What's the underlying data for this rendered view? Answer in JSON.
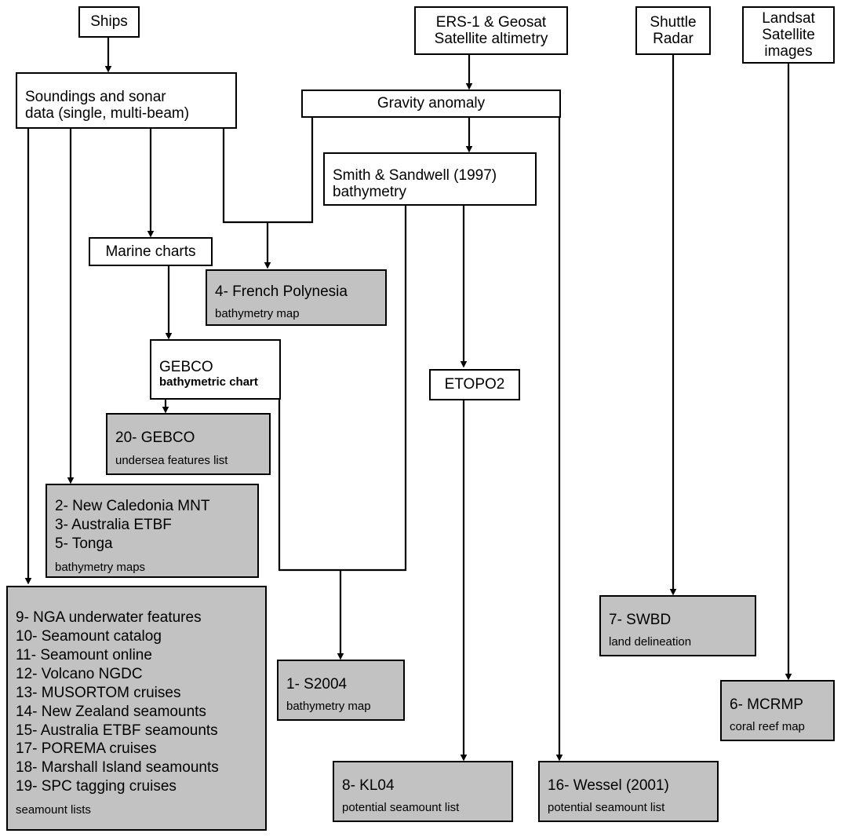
{
  "diagram": {
    "title": "Seamount data sources flowchart",
    "colors": {
      "shaded_fill": "#c2c2c2",
      "plain_fill": "#ffffff",
      "stroke": "#000000"
    },
    "nodes": {
      "ships": {
        "title": "Ships",
        "subtitle": ""
      },
      "soundings": {
        "title": "Soundings and sonar\ndata (single, multi-beam)",
        "subtitle": ""
      },
      "ers1_geosat": {
        "title": "ERS-1 & Geosat\nSatellite altimetry",
        "subtitle": ""
      },
      "shuttle_radar": {
        "title": "Shuttle\nRadar",
        "subtitle": ""
      },
      "landsat": {
        "title": "Landsat\nSatellite\nimages",
        "subtitle": ""
      },
      "gravity_anomaly": {
        "title": "Gravity anomaly",
        "subtitle": ""
      },
      "smith_sandwell": {
        "title": "Smith & Sandwell (1997)\nbathymetry",
        "subtitle": ""
      },
      "marine_charts": {
        "title": "Marine charts",
        "subtitle": ""
      },
      "french_polynesia": {
        "title": "4- French Polynesia",
        "subtitle": "bathymetry map"
      },
      "gebco_chart": {
        "title": "GEBCO",
        "subtitle": "bathymetric chart"
      },
      "etopo2": {
        "title": "ETOPO2",
        "subtitle": ""
      },
      "gebco_list": {
        "title": "20- GEBCO",
        "subtitle": "undersea features list"
      },
      "bathymetry_maps": {
        "title": "2- New Caledonia MNT\n3- Australia ETBF\n5- Tonga",
        "subtitle": "bathymetry maps"
      },
      "seamount_lists": {
        "items": [
          "9- NGA underwater features",
          "10- Seamount catalog",
          "11- Seamount online",
          "12- Volcano NGDC",
          "13- MUSORTOM cruises",
          "14- New Zealand seamounts",
          "15- Australia ETBF seamounts",
          "17- POREMA cruises",
          "18- Marshall Island seamounts",
          "19- SPC tagging cruises"
        ],
        "title": "9- NGA underwater features\n10- Seamount catalog\n11- Seamount online\n12- Volcano NGDC\n13- MUSORTOM cruises\n14- New Zealand seamounts\n15- Australia ETBF seamounts\n17- POREMA cruises\n18- Marshall Island seamounts\n19- SPC tagging cruises",
        "subtitle": "seamount lists"
      },
      "s2004": {
        "title": "1- S2004",
        "subtitle": "bathymetry map"
      },
      "swbd": {
        "title": "7- SWBD",
        "subtitle": "land delineation"
      },
      "mcrmp": {
        "title": "6- MCRMP",
        "subtitle": "coral reef map"
      },
      "kl04": {
        "title": "8- KL04",
        "subtitle": "potential seamount list"
      },
      "wessel": {
        "title": "16- Wessel (2001)",
        "subtitle": "potential seamount list"
      }
    }
  }
}
